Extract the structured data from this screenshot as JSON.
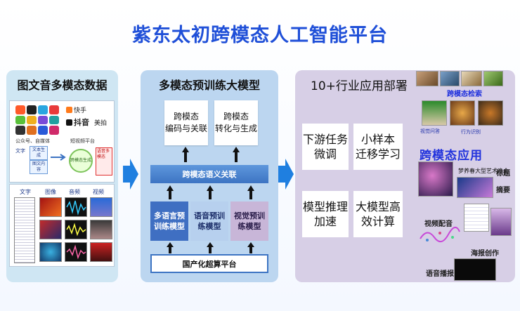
{
  "title": "紫东太初跨模态人工智能平台",
  "left": {
    "heading": "图文音多模态数据",
    "apps": {
      "brand_kuaishou": "快手",
      "brand_douyin": "抖音",
      "brand_meipai": "美拍",
      "label_public": "公众号、自媒体",
      "label_text": "文字",
      "label_short_video": "短视频平台",
      "chip1": "文本生成",
      "chip2": "图文内容",
      "circle": "跨模态生成",
      "red": "语音多模态"
    },
    "media": {
      "col_text": "文字",
      "col_image": "图像",
      "col_audio": "音频",
      "col_video": "视频"
    }
  },
  "middle": {
    "heading": "多模态预训练大模型",
    "box1": "跨模态\n编码与关联",
    "box2": "跨模态\n转化与生成",
    "semantic_bar": "跨模态语义关联",
    "lang": "多语言预训练模型",
    "speech": "语音预训练模型",
    "vision": "视觉预训练模型",
    "base": "国产化超算平台",
    "colors": {
      "lang_bg": "#3f6fc2",
      "speech_bg": "#b7d0ee",
      "vision_bg": "#c8b6d8"
    }
  },
  "right": {
    "heading": "10+行业应用部署",
    "task1": "下游任务\n微调",
    "task2": "小样本\n迁移学习",
    "task3": "模型推理\n加速",
    "task4": "大模型高\n效计算",
    "cross_app": "跨模态应用",
    "label_search": "跨模态检索",
    "label_title": "标题",
    "label_abstract": "摘要",
    "label_dub": "视频配音",
    "label_poster": "海报创作",
    "label_voice": "语音播报",
    "label_action": "行为识别",
    "label_qa": "视觉问答",
    "label_concert": "梦养春大型艺术晚会"
  }
}
